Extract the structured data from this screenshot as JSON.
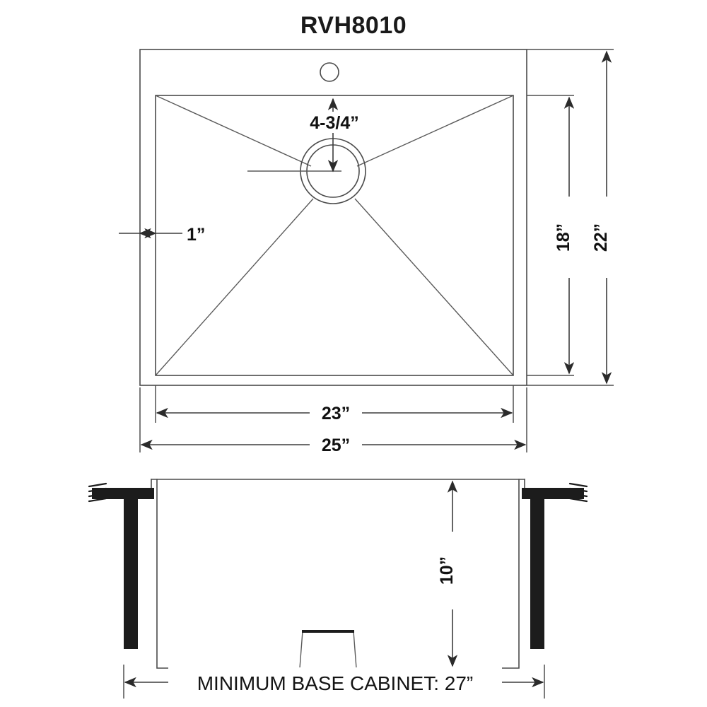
{
  "document": {
    "title": "RVH8010",
    "type": "technical-dimension-drawing",
    "product": "kitchen sink"
  },
  "views": {
    "top": {
      "name": "top-view",
      "faucet_hole": "faucet-hole",
      "drain": "drain-circle"
    },
    "side": {
      "name": "side-view",
      "countertop": "countertop",
      "cabinet_wall": "cabinet-wall"
    }
  },
  "dimensions": {
    "drain_offset": "4-3/4”",
    "rim_width": "1”",
    "inner_height": "18”",
    "outer_height": "22”",
    "inner_width": "23”",
    "outer_width": "25”",
    "bowl_depth": "10”",
    "base_cabinet": "MINIMUM BASE CABINET: 27”"
  },
  "colors": {
    "line": "#4a4a4a",
    "text": "#111111",
    "solid": "#1c1c1c",
    "background": "#ffffff"
  }
}
